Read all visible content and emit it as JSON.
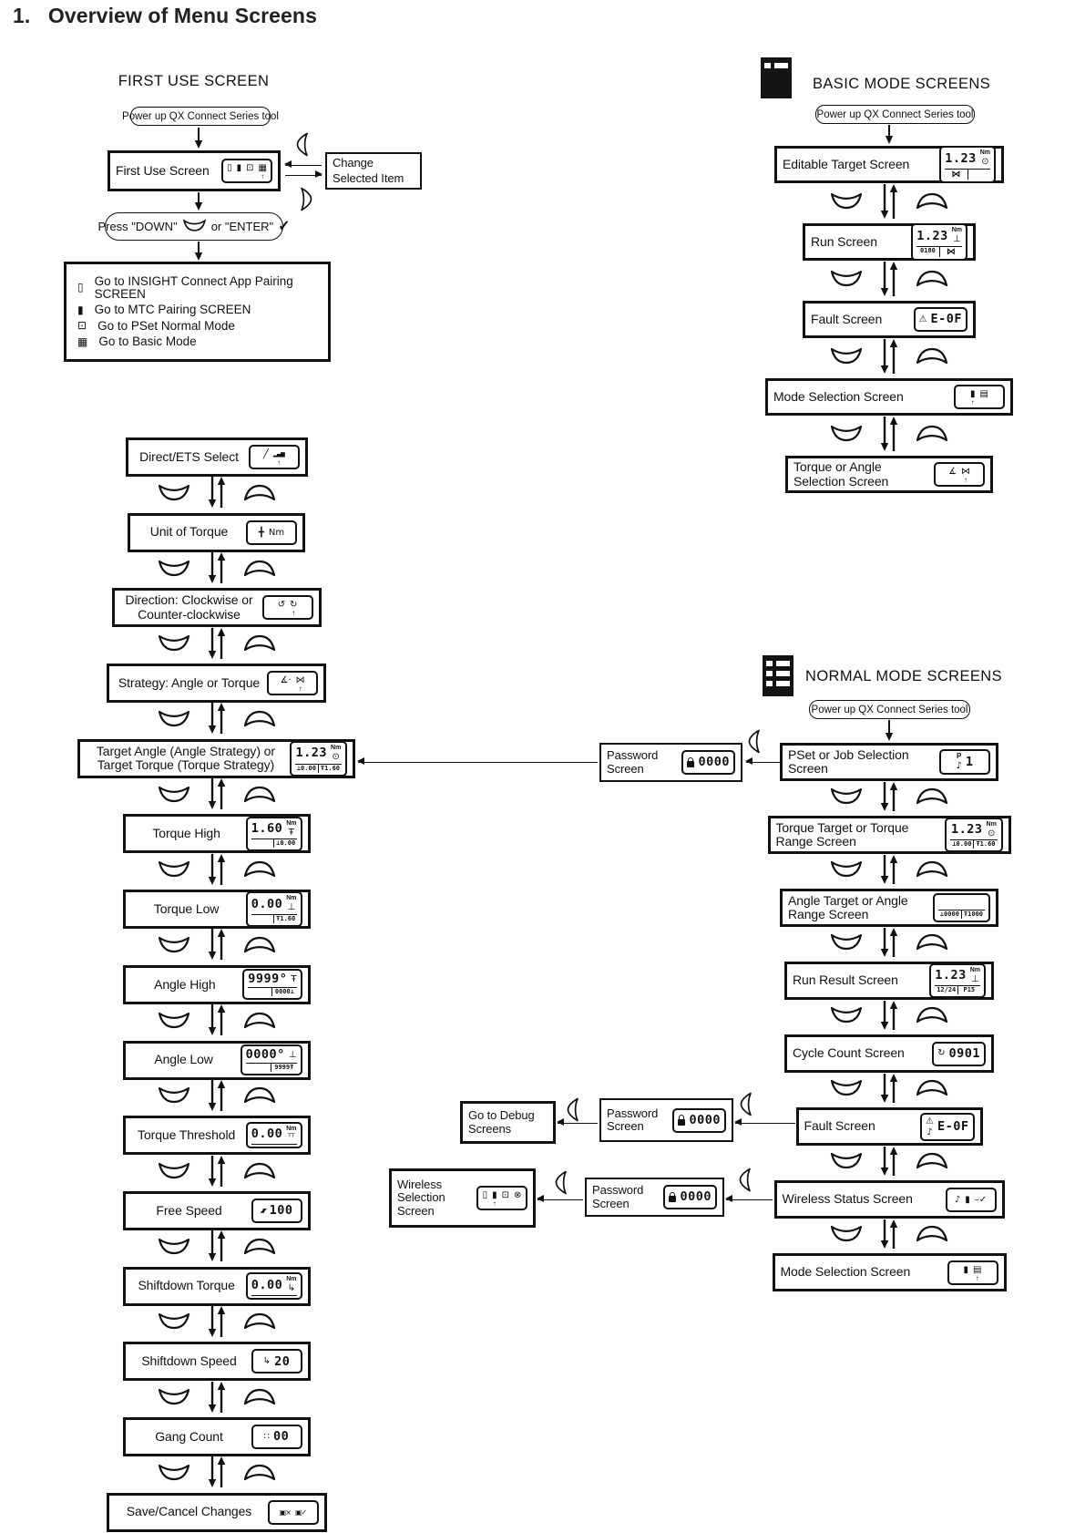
{
  "title": "1.   Overview of Menu Screens",
  "power_up_label": "Power up QX Connect Series tool",
  "first_use": {
    "heading": "FIRST USE SCREEN",
    "screen": {
      "label": "First Use Screen",
      "lcd": {
        "icons": [
          "phone",
          "mtc",
          "pset",
          "basic"
        ],
        "caret": 3
      }
    },
    "change_selected": "Change Selected Item",
    "press_label_1": "Press \"DOWN\"",
    "press_label_2": "or \"ENTER\"",
    "menu": [
      {
        "icon": "phone",
        "label": "Go to INSIGHT Connect App Pairing SCREEN"
      },
      {
        "icon": "mtc",
        "label": "Go to MTC Pairing SCREEN"
      },
      {
        "icon": "pset",
        "label": "Go to PSet Normal Mode"
      },
      {
        "icon": "basic",
        "label": "Go to Basic Mode"
      }
    ]
  },
  "pset_flow": [
    {
      "label": "Direct/ETS Select",
      "lcd": {
        "icons": [
          "ramp",
          "bars"
        ],
        "caret": 1
      }
    },
    {
      "label": "Unit of Torque",
      "lcd": {
        "icons": [
          "cross",
          "nm"
        ]
      }
    },
    {
      "label": "Direction: Clockwise or Counter-clockwise",
      "lcd": {
        "icons": [
          "ccw",
          "cw"
        ],
        "caret": 1
      }
    },
    {
      "label": "Strategy: Angle or Torque",
      "lcd": {
        "icons": [
          "angledot",
          "wrench"
        ],
        "caret": 1
      }
    },
    {
      "label": "Target Angle (Angle Strategy) or Target Torque (Torque Strategy)",
      "lcd": {
        "main": "1.23",
        "unit": "Nm",
        "unit_icon": "target",
        "bottom": [
          "⊥0.00",
          "Ŧ1.60"
        ]
      }
    },
    {
      "label": "Torque High",
      "lcd": {
        "main": "1.60",
        "unit": "Nm",
        "unit_icon": "high",
        "bottom": [
          "",
          "⊥0.00"
        ]
      }
    },
    {
      "label": "Torque Low",
      "lcd": {
        "main": "0.00",
        "unit": "Nm",
        "unit_icon": "low",
        "bottom": [
          "",
          "Ŧ1.60"
        ]
      }
    },
    {
      "label": "Angle High",
      "lcd": {
        "main": "9999°",
        "unit_icon": "high",
        "bottom": [
          "",
          "0000⊥"
        ]
      }
    },
    {
      "label": "Angle Low",
      "lcd": {
        "main": "0000°",
        "unit_icon": "low",
        "bottom": [
          "",
          "9999Ŧ"
        ]
      }
    },
    {
      "label": "Torque Threshold",
      "lcd": {
        "main": "0.00",
        "unit": "Nm",
        "unit_icon": "tt",
        "bottom": [
          "",
          ""
        ]
      }
    },
    {
      "label": "Free Speed",
      "lcd": {
        "icons": [
          "fan"
        ],
        "main": "100"
      }
    },
    {
      "label": "Shiftdown Torque",
      "lcd": {
        "main": "0.00",
        "unit": "Nm",
        "unit_icon": "shift",
        "bottom": [
          "",
          ""
        ]
      }
    },
    {
      "label": "Shiftdown Speed",
      "lcd": {
        "icons": [
          "shift"
        ],
        "main": "20"
      }
    },
    {
      "label": "Gang Count",
      "lcd": {
        "icons": [
          "gang"
        ],
        "main": "00"
      }
    },
    {
      "label": "Save/Cancel Changes",
      "lcd": {
        "icons": [
          "savex",
          "saveok"
        ]
      }
    }
  ],
  "basic": {
    "heading": "BASIC MODE SCREENS",
    "screens": [
      {
        "label": "Editable Target Screen",
        "lcd": {
          "main": "1.23",
          "unit": "Nm",
          "unit_icon": "target",
          "bottom": [
            "@wrench",
            ""
          ]
        }
      },
      {
        "label": "Run Screen",
        "lcd": {
          "main": "1.23",
          "unit": "Nm",
          "unit_icon": "low",
          "bottom": [
            "0180",
            "@wrench"
          ]
        }
      },
      {
        "label": "Fault Screen",
        "lcd": {
          "left_stack": [
            "warning"
          ],
          "main": "E-0F"
        }
      },
      {
        "label": "Mode Selection Screen",
        "lcd": {
          "icons": [
            "mtc",
            "list"
          ],
          "caret": 0
        }
      },
      {
        "label": "Torque or Angle Selection Screen",
        "lcd": {
          "icons": [
            "angle",
            "wrench"
          ],
          "caret": 1
        }
      }
    ]
  },
  "normal": {
    "heading": "NORMAL MODE SCREENS",
    "screens": [
      {
        "label": "PSet or Job Selection Screen",
        "lcd": {
          "left_stack": [
            "P",
            "note"
          ],
          "main": "1"
        }
      },
      {
        "label": "Torque Target or Torque Range Screen",
        "lcd": {
          "main": "1.23",
          "unit": "Nm",
          "unit_icon": "target",
          "bottom": [
            "⊥0.00",
            "Ŧ1.60"
          ]
        }
      },
      {
        "label": "Angle Target or Angle Range Screen",
        "lcd": {
          "main": "",
          "bottom": [
            "⊥0000",
            "Ŧ1000"
          ]
        }
      },
      {
        "label": "Run Result Screen",
        "lcd": {
          "main": "1.23",
          "unit": "Nm",
          "unit_icon": "low",
          "bottom": [
            "12/24",
            "P15"
          ]
        }
      },
      {
        "label": "Cycle Count Screen",
        "lcd": {
          "icons": [
            "cycle"
          ],
          "main": "0901"
        }
      },
      {
        "label": "Fault Screen",
        "lcd": {
          "left_stack": [
            "warning",
            "note"
          ],
          "main": "E-0F"
        }
      },
      {
        "label": "Wireless Status Screen",
        "lcd": {
          "icons": [
            "note",
            "mtc",
            "linkok"
          ]
        }
      },
      {
        "label": "Mode Selection Screen",
        "lcd": {
          "icons": [
            "mtc",
            "list"
          ],
          "caret": 1
        }
      }
    ]
  },
  "side": {
    "password_label": "Password Screen",
    "password_lcd": {
      "icons": [
        "lock"
      ],
      "main": "0000"
    },
    "debug_label": "Go to Debug Screens",
    "wireless_label": "Wireless Selection Screen",
    "wireless_lcd": {
      "icons": [
        "phone",
        "mtc",
        "pset",
        "nowifi"
      ],
      "caret": 1
    }
  }
}
